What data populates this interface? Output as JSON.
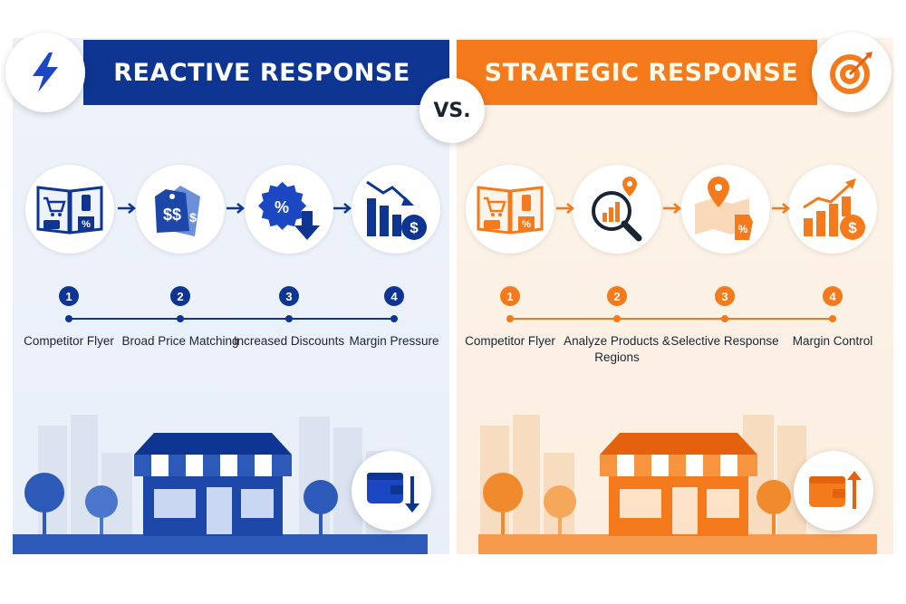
{
  "left": {
    "title": "REACTIVE RESPONSE",
    "accent": "#0d3591",
    "badge_icon": "lightning-bolt-icon",
    "steps": [
      {
        "number": "1",
        "label": "Competitor Flyer",
        "icon": "flyer-icon"
      },
      {
        "number": "2",
        "label": "Broad Price Matching",
        "icon": "price-tags-icon"
      },
      {
        "number": "3",
        "label": "Increased Discounts",
        "icon": "discount-down-icon"
      },
      {
        "number": "4",
        "label": "Margin Pressure",
        "icon": "declining-bars-icon"
      }
    ],
    "wallet_icon": "wallet-down-icon"
  },
  "vs": "VS.",
  "right": {
    "title": "STRATEGIC RESPONSE",
    "accent": "#f47a1c",
    "badge_icon": "target-icon",
    "steps": [
      {
        "number": "1",
        "label": "Competitor Flyer",
        "icon": "flyer-icon"
      },
      {
        "number": "2",
        "label": "Analyze Products & Regions",
        "icon": "magnifier-chart-icon"
      },
      {
        "number": "3",
        "label": "Selective Response",
        "icon": "map-pin-icon"
      },
      {
        "number": "4",
        "label": "Margin Control",
        "icon": "rising-bars-icon"
      }
    ],
    "wallet_icon": "wallet-up-icon"
  }
}
